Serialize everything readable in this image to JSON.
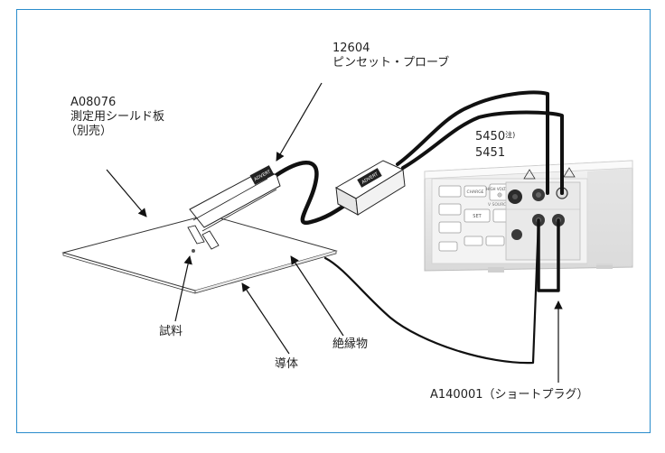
{
  "labels": {
    "probe_model": "12604",
    "probe_name": "ピンセット・プローブ",
    "shield_model": "A08076",
    "shield_name": "測定用シールド板",
    "shield_note": "（別売）",
    "meter_model_1": "5450",
    "meter_model_1_note": "注)",
    "meter_model_2": "5451",
    "sample": "試料",
    "insulator": "絶縁物",
    "conductor": "導体",
    "short_plug": "A140001（ショートプラグ）"
  },
  "panel_text": {
    "probe_tip_label": "ADVERT",
    "connector_label": "ADVERT",
    "button_high_voltage": "HIGH VOLTAGE",
    "button_charge": "CHARGE",
    "v_source": "V SOURCE",
    "set": "SET"
  },
  "colors": {
    "frame_border": "#2a8ccc",
    "cable": "#111111",
    "plate_edge": "#333333",
    "meter_body": "#e6e6e6",
    "meter_panel": "#f3f3f3"
  }
}
